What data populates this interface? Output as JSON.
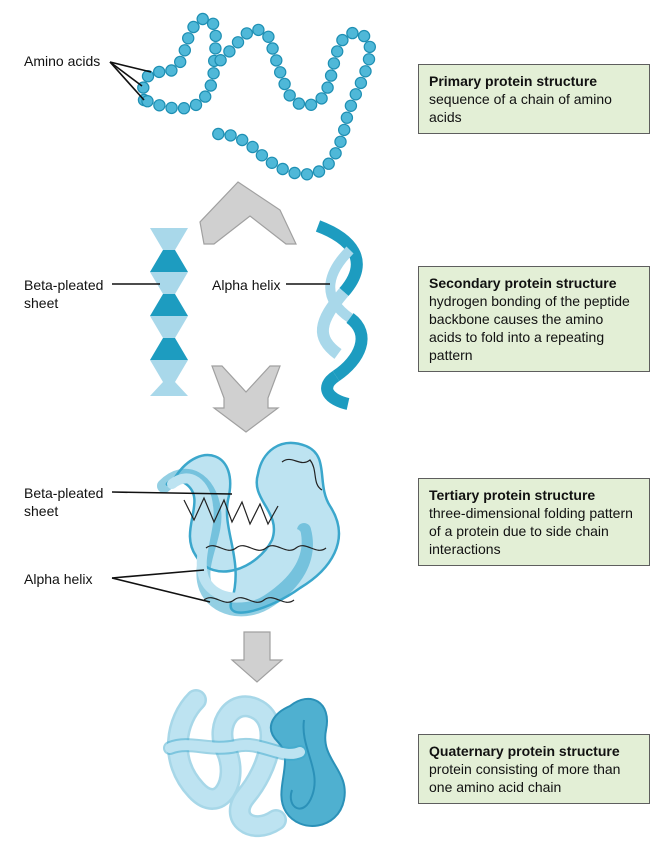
{
  "labels": {
    "amino_acids": "Amino acids",
    "beta_sheet_1": "Beta-pleated sheet",
    "alpha_helix_1": "Alpha helix",
    "beta_sheet_2": "Beta-pleated sheet",
    "alpha_helix_2": "Alpha helix"
  },
  "boxes": {
    "primary": {
      "title": "Primary protein structure",
      "desc": "sequence of a chain of amino acids"
    },
    "secondary": {
      "title": "Secondary protein structure",
      "desc": "hydrogen bonding of the peptide backbone causes the amino acids to fold into a repeating pattern"
    },
    "tertiary": {
      "title": "Tertiary protein structure",
      "desc": "three-dimensional folding pattern of a protein due to side chain interactions"
    },
    "quaternary": {
      "title": "Quaternary protein structure",
      "desc": "protein consisting of more than one amino acid chain"
    }
  },
  "colors": {
    "bead": "#4fb8d8",
    "bead_stroke": "#1e8fb3",
    "teal_dark": "#1d9cc0",
    "teal_light": "#a9d8ea",
    "fold_fill": "#bde3f1",
    "fold_stroke": "#3ba7cc",
    "arrow": "#cfcfcf",
    "arrow_stroke": "#9a9a9a",
    "box_bg": "#e3efd6"
  }
}
